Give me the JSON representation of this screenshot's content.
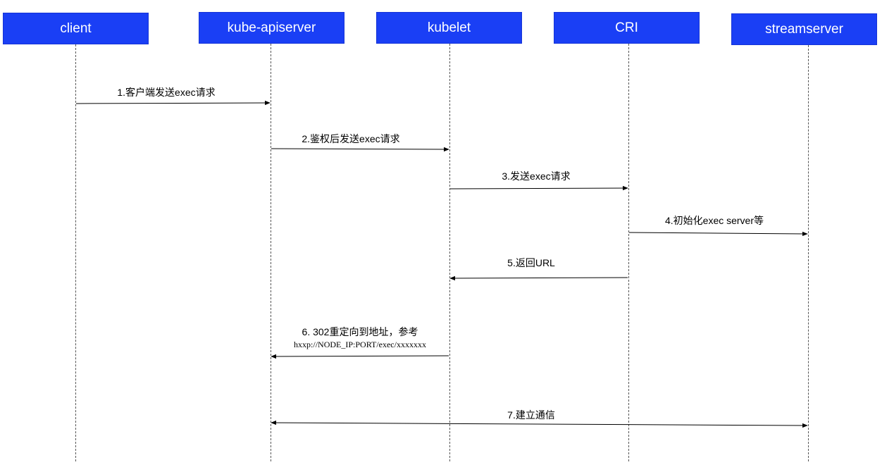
{
  "participants": [
    {
      "id": "client",
      "label": "client"
    },
    {
      "id": "apiserver",
      "label": "kube-apiserver"
    },
    {
      "id": "kubelet",
      "label": "kubelet"
    },
    {
      "id": "cri",
      "label": "CRI"
    },
    {
      "id": "streamserver",
      "label": "streamserver"
    }
  ],
  "messages": [
    {
      "label": "1.客户端发送exec请求"
    },
    {
      "label": "2.鉴权后发送exec请求"
    },
    {
      "label": "3.发送exec请求"
    },
    {
      "label": "4.初始化exec server等"
    },
    {
      "label": "5.返回URL"
    },
    {
      "label": "6. 302重定向到地址，参考",
      "sub": "hxxp://NODE_IP:PORT/exec/xxxxxxx"
    },
    {
      "label": "7.建立通信"
    }
  ],
  "colors": {
    "box": "#1a3ff5",
    "line": "#000000"
  }
}
